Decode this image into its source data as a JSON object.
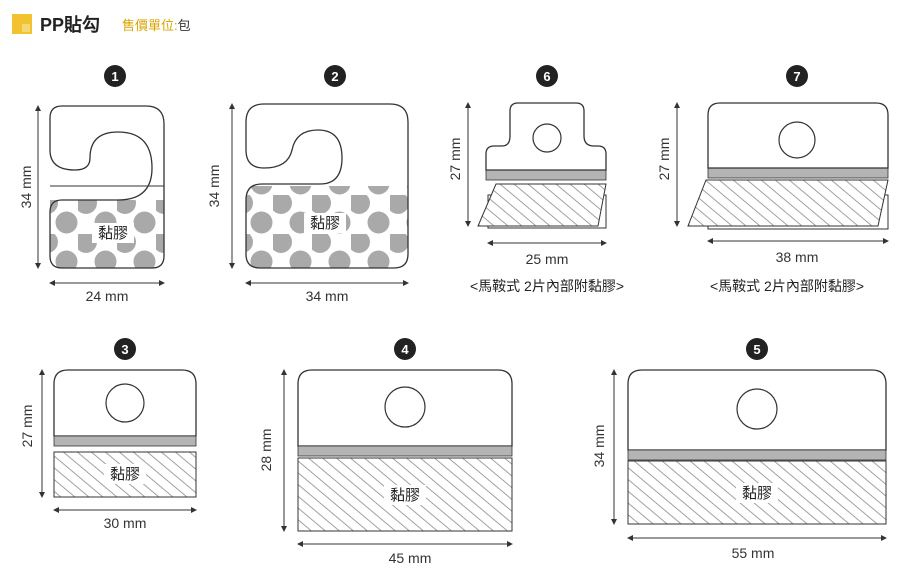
{
  "header": {
    "title": "PP貼勾",
    "unit_label": "售價單位:",
    "unit_value": "包"
  },
  "colors": {
    "accent": "#f2c230",
    "unit_text": "#d9a400",
    "outline": "#333333",
    "adhesive_band": "#b4b4b4",
    "dot": "#a9a9a9",
    "hatch": "#8a8a8a"
  },
  "sticker_text": "黏膠",
  "items": [
    {
      "number": "1",
      "height_label": "34 mm",
      "width_label": "24 mm"
    },
    {
      "number": "2",
      "height_label": "34 mm",
      "width_label": "34 mm"
    },
    {
      "number": "6",
      "height_label": "27 mm",
      "width_label": "25 mm",
      "note": "<馬鞍式  2片內部附黏膠>"
    },
    {
      "number": "7",
      "height_label": "27 mm",
      "width_label": "38 mm",
      "note": "<馬鞍式  2片內部附黏膠>"
    },
    {
      "number": "3",
      "height_label": "27 mm",
      "width_label": "30 mm"
    },
    {
      "number": "4",
      "height_label": "28 mm",
      "width_label": "45 mm"
    },
    {
      "number": "5",
      "height_label": "34 mm",
      "width_label": "55 mm"
    }
  ]
}
